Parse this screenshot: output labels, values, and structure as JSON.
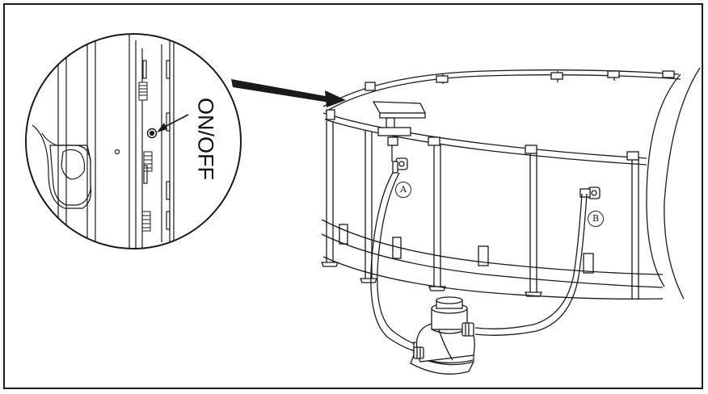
{
  "diagram": {
    "label_onoff": "ON/OFF",
    "callout_a": "A",
    "callout_b": "B",
    "colors": {
      "line": "#1a1a1a",
      "background": "#ffffff",
      "shade": "#d0d0d0"
    }
  }
}
